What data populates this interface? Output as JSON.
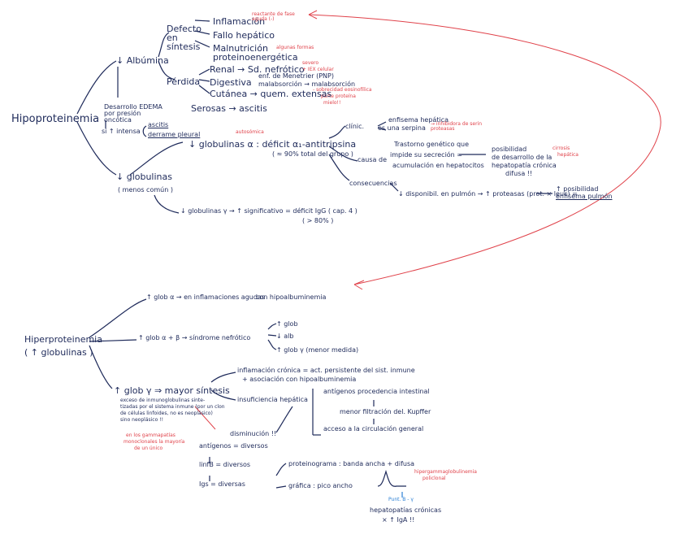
{
  "colors": {
    "ink": "#1e2a5a",
    "note": "#e0424a",
    "highlight": "#2a7fd4"
  },
  "top": {
    "root": "Hipoproteinemia",
    "albumina": "↓ Albúmina",
    "defecto": "Defecto en síntesis",
    "inflamacion": "Inflamación",
    "inflamacion_note": "reactante de fase aguda (-)",
    "fallo": "Fallo hepático",
    "malnutricion": "Malnutrición proteinoenergética",
    "malnutricion_note": "algunas formas",
    "perdida": "Pérdida",
    "renal": "Renal → Sd. nefrótico",
    "renal_note1": "severo",
    "renal_note2": "+ IEX celular",
    "digestiva": "Digestiva",
    "digestiva_a": "enf. de Menetrier (PNP)",
    "digestiva_b": "malabsorción → malabsorción",
    "digestiva_note1": "- sobrecidad eosinofílica",
    "digestiva_note2": "parte proteína",
    "digestiva_note3": "mielo!!",
    "cutanea": "Cutánea → quem. extensas",
    "serosas": "Serosas → ascitis",
    "edema": "Desarrollo EDEMA por presión oncótica",
    "si_intensa": "si ↑ intensa",
    "ascitis": "ascitis",
    "derrame": "derrame pleural",
    "globulinas": "↓ globulinas",
    "menos_comun": "( menos común )",
    "glob_alfa": "↓ globulinas α : déficit α₁-antitripsina",
    "glob_alfa_note": "autosómica",
    "glob_alfa_pct": "( ≈ 90% total del grupo )",
    "clinic": "clínic.",
    "clinic_a": "enfisema hepática",
    "clinic_b": "es una serpina",
    "clinic_b_note": "→ inhibidora de serin proteasas",
    "causa": "causa de",
    "causa_text1": "Trastorno genético que",
    "causa_text2": "impide su secreción =",
    "causa_text3": "acumulación en hepatocitos",
    "posibilidad1": "posibilidad",
    "posibilidad2": "de desarrollo de la",
    "posibilidad3": "hepatopatía crónica",
    "posibilidad4": "difusa !!",
    "posibilidad_note1": "cirrosis",
    "posibilidad_note2": "hepática",
    "consecuencias": "consecuencias",
    "dispo": "↓ disponibil. en pulmón → ↑ proteasas (prot. × leuc) =",
    "enfisema1": "↑ posibilidad",
    "enfisema2": "enfisema pulmón",
    "glob_gamma": "↓ globulinas γ → ↑ significativo = déficit IgG ( cap. 4 )",
    "glob_gamma_pct": "( > 80% )"
  },
  "bottom": {
    "root": "Hiperproteinemia",
    "root_sub": "( ↑ globulinas )",
    "alfa": "↑ glob α → en inflamaciones agudas",
    "alfa_with": "con hipoalbuminemia",
    "alfa_beta": "↑ glob α + β → síndrome nefrótico",
    "nefro_a": "↑ glob",
    "nefro_b": "↓ alb",
    "nefro_c": "↑ glob γ (menor medida)",
    "gamma": "↑ glob γ ⇒ mayor síntesis",
    "gamma_desc1": "exceso de inmunoglobulinas sinte-",
    "gamma_desc2": "tizadas por el sistema inmune (por un clon",
    "gamma_desc3": "de células linfoides, no es neoplásico)",
    "gamma_desc4": "sino neoplásico !!",
    "infl_cron1": "inflamación crónica = act. persistente del sist. inmune",
    "infl_cron2": "+ asociación con hipoalbuminemia",
    "insuf": "insuficiencia hepática",
    "antigenos_a": "antígenos procedencia intestinal",
    "antigenos_b": "menor filtración del. Kupffer",
    "antigenos_c": "acceso a la circulación general",
    "disminucion": "disminución !!",
    "antigenos": "antígenos = diversos",
    "linfb": "linfB = diversos",
    "igs": "Igs = diversas",
    "red_note1": "en los gammapatías",
    "red_note2": "monoclonales la mayoría",
    "red_note3": "de un único",
    "proteino": "proteinograma : banda ancha + difusa",
    "grafica": "gráfica : pico ancho",
    "graph_note1": "hipergammaglobulinemia",
    "graph_note2": "policlonal",
    "punt": "Punt. B - γ",
    "hepato1": "hepatopatías crónicas",
    "hepato2": "× ↑ IgA !!"
  }
}
